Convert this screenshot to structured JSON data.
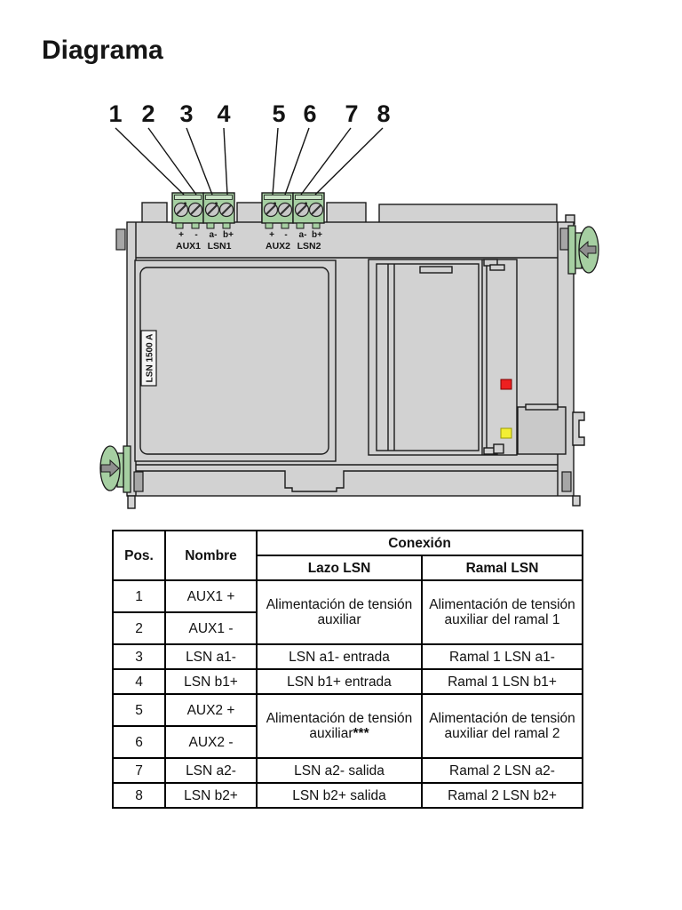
{
  "page": {
    "title": "Diagrama"
  },
  "diagram": {
    "device_label": "LSN 1500 A",
    "callouts": [
      "1",
      "2",
      "3",
      "4",
      "5",
      "6",
      "7",
      "8"
    ],
    "terminals": {
      "signs": [
        "+",
        "-",
        "a-",
        "b+",
        "+",
        "-",
        "a-",
        "b+"
      ],
      "groups": [
        "AUX1",
        "LSN1",
        "AUX2",
        "LSN2"
      ]
    },
    "colors": {
      "body_gray": "#d2d2d2",
      "terminal_green": "#a6cfa2",
      "terminal_green_light": "#c9e3c5",
      "red_led": "#ee2020",
      "yellow_led": "#f3ef33"
    }
  },
  "table": {
    "headers": {
      "pos": "Pos.",
      "nombre": "Nombre",
      "conexion": "Conexión",
      "lazo": "Lazo LSN",
      "ramal": "Ramal LSN"
    },
    "rows": [
      {
        "pos": "1",
        "nombre": "AUX1 +",
        "lazo": "Alimentación de tensión auxiliar",
        "lazo_note": "",
        "ramal": "Alimentación de tensión auxiliar del ramal 1"
      },
      {
        "pos": "2",
        "nombre": "AUX1 -"
      },
      {
        "pos": "3",
        "nombre": "LSN a1-",
        "lazo": "LSN a1- entrada",
        "ramal": "Ramal 1 LSN a1-"
      },
      {
        "pos": "4",
        "nombre": "LSN b1+",
        "lazo": "LSN b1+ entrada",
        "ramal": "Ramal 1 LSN b1+"
      },
      {
        "pos": "5",
        "nombre": "AUX2 +",
        "lazo": "Alimentación de tensión auxiliar",
        "lazo_note": "***",
        "ramal": "Alimentación de tensión auxiliar del ramal 2"
      },
      {
        "pos": "6",
        "nombre": "AUX2 -"
      },
      {
        "pos": "7",
        "nombre": "LSN a2-",
        "lazo": "LSN a2- salida",
        "ramal": "Ramal 2 LSN a2-"
      },
      {
        "pos": "8",
        "nombre": "LSN b2+",
        "lazo": "LSN b2+ salida",
        "ramal": "Ramal 2 LSN b2+"
      }
    ]
  }
}
